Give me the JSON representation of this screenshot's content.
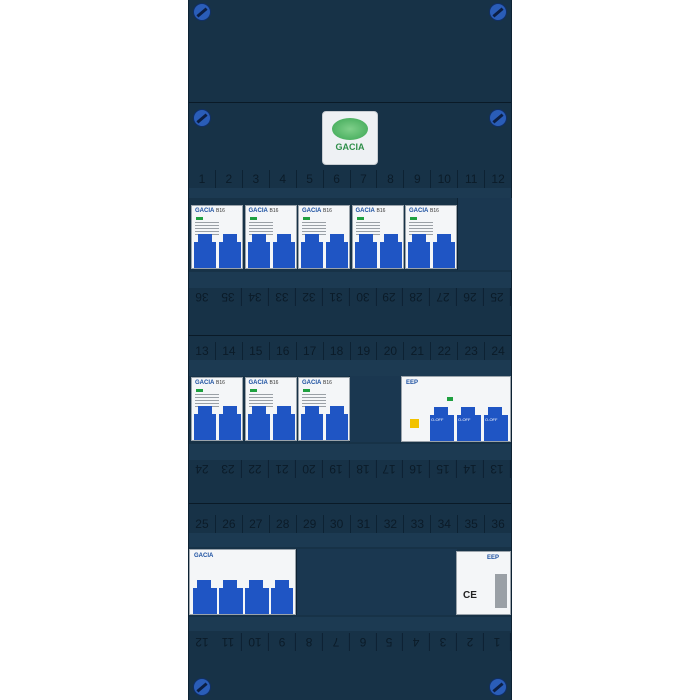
{
  "logo": {
    "brand": "GACIA",
    "icon": "globe-icon"
  },
  "row1": {
    "top_numbers": [
      "1",
      "2",
      "3",
      "4",
      "5",
      "6",
      "7",
      "8",
      "9",
      "10",
      "11",
      "12"
    ],
    "bottom_numbers": [
      "36",
      "35",
      "34",
      "33",
      "32",
      "31",
      "30",
      "29",
      "28",
      "27",
      "26",
      "25"
    ],
    "breakers": [
      {
        "brand": "GACIA",
        "rating": "B16"
      },
      {
        "brand": "GACIA",
        "rating": "B16"
      },
      {
        "brand": "GACIA",
        "rating": "B16"
      },
      {
        "brand": "GACIA",
        "rating": "B16"
      },
      {
        "brand": "GACIA",
        "rating": "B16"
      }
    ]
  },
  "row2": {
    "top_numbers": [
      "13",
      "14",
      "15",
      "16",
      "17",
      "18",
      "19",
      "20",
      "21",
      "22",
      "23",
      "24"
    ],
    "bottom_numbers": [
      "24",
      "23",
      "22",
      "21",
      "20",
      "19",
      "18",
      "17",
      "16",
      "15",
      "14",
      "13"
    ],
    "breakers": [
      {
        "brand": "GACIA",
        "rating": "B16"
      },
      {
        "brand": "GACIA",
        "rating": "B16"
      },
      {
        "brand": "GACIA",
        "rating": "B16"
      }
    ],
    "rcd": {
      "brand": "EEP",
      "toggle_label": "O-OFF"
    }
  },
  "row3": {
    "top_numbers": [
      "25",
      "26",
      "27",
      "28",
      "29",
      "30",
      "31",
      "32",
      "33",
      "34",
      "35",
      "36"
    ],
    "bottom_numbers": [
      "12",
      "11",
      "10",
      "9",
      "8",
      "7",
      "6",
      "5",
      "4",
      "3",
      "2",
      "1"
    ],
    "switch": {
      "brand": "GACIA"
    },
    "meter": {
      "brand": "EEP",
      "ce_mark": "CE"
    }
  },
  "colors": {
    "panel": "#173247",
    "toggle_blue": "#1f55c4",
    "screw_blue": "#2a5db8",
    "green": "#1fa040"
  }
}
